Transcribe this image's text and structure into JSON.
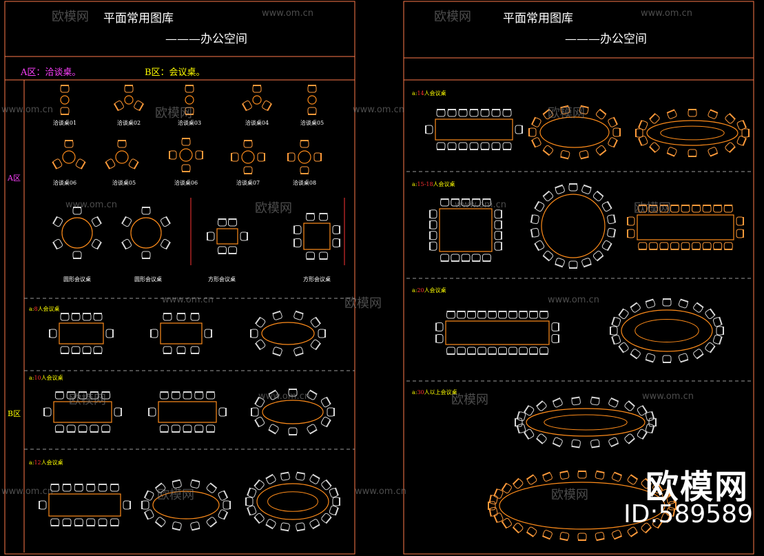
{
  "colors": {
    "frame": "#ff7a4a",
    "table": "#ff8c1a",
    "chair": "#d9d9d9",
    "chair_orange": "#ff9a3a",
    "zone_text": "#ff40ff",
    "zone_yellow": "#ffff00",
    "dash": "#9a9a9a"
  },
  "left": {
    "title": "平面常用图库",
    "subtitle": "———办公空间",
    "zones": {
      "a": "A区：洽谈桌。",
      "b": "B区：会议桌。"
    },
    "side_a": "A区",
    "side_b": "B区",
    "labels": [
      "洽谈桌01",
      "洽谈桌02",
      "洽谈桌03",
      "洽谈桌04",
      "洽谈桌05",
      "洽谈桌06",
      "洽谈桌05",
      "洽谈桌06",
      "洽谈桌07",
      "洽谈桌08",
      "圆形会议桌",
      "圆形会议桌",
      "方形会议桌",
      "方形会议桌"
    ],
    "sections": [
      {
        "prefix": "a:",
        "num": "8",
        "suffix": "人会议桌"
      },
      {
        "prefix": "a:",
        "num": "10",
        "suffix": "人会议桌"
      },
      {
        "prefix": "a:",
        "num": "12",
        "suffix": "人会议桌"
      }
    ]
  },
  "right": {
    "title": "平面常用图库",
    "subtitle": "———办公空间",
    "sections": [
      {
        "prefix": "a:",
        "num": "14",
        "suffix": "人会议桌"
      },
      {
        "prefix": "a:",
        "num": "15-18",
        "suffix": "人会议桌"
      },
      {
        "prefix": "a:",
        "num": "20",
        "suffix": "人会议桌"
      },
      {
        "prefix": "a:",
        "num": "30",
        "suffix": "人以上会议桌"
      }
    ]
  },
  "watermark": {
    "site": "www.om.cn",
    "cn": "欧模网"
  },
  "brand": {
    "name": "欧模网",
    "id": "ID:589589"
  }
}
